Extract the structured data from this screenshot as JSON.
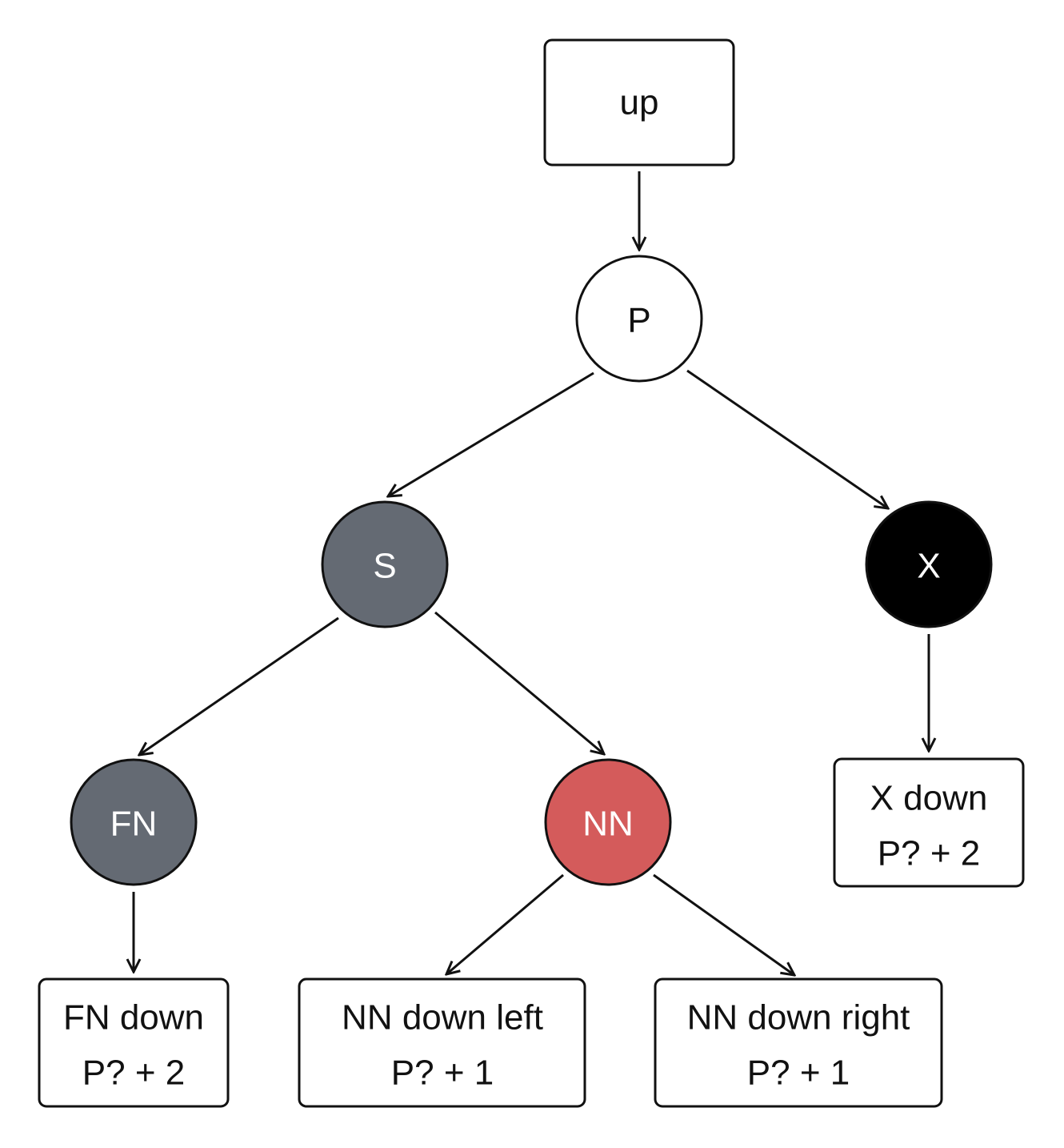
{
  "colors": {
    "background": "#ffffff",
    "stroke": "#111111",
    "node_white": "#ffffff",
    "node_gray": "#646a73",
    "node_black": "#000000",
    "node_red": "#d45b5b"
  },
  "nodes": {
    "up": {
      "label": "up"
    },
    "p": {
      "label": "P",
      "fill": "#ffffff"
    },
    "s": {
      "label": "S",
      "fill": "#646a73"
    },
    "x": {
      "label": "X",
      "fill": "#000000"
    },
    "fn": {
      "label": "FN",
      "fill": "#646a73"
    },
    "nn": {
      "label": "NN",
      "fill": "#d45b5b"
    }
  },
  "leaves": {
    "fn_down": {
      "line1": "FN down",
      "line2": "P? + 2"
    },
    "nn_down_left": {
      "line1": "NN down left",
      "line2": "P? + 1"
    },
    "nn_down_right": {
      "line1": "NN down right",
      "line2": "P? + 1"
    },
    "x_down": {
      "line1": "X down",
      "line2": "P? + 2"
    }
  }
}
